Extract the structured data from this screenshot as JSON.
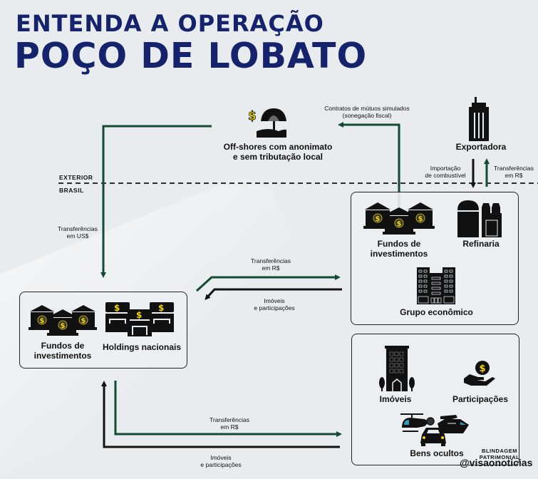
{
  "header": {
    "subtitle": "ENTENDA A OPERAÇÃO",
    "title": "POÇO DE LOBATO"
  },
  "colors": {
    "title": "#14236b",
    "green_arrow": "#134a32",
    "black_arrow": "#111111",
    "dollar": "#f5d400",
    "background": "#e9ecef"
  },
  "zones": {
    "exterior": "EXTERIOR",
    "brasil": "BRASIL"
  },
  "nodes": {
    "offshore": {
      "line1": "Off-shores com anonimato",
      "line2": "e sem tributação local",
      "icon": "beach-umbrella-dollar-icon"
    },
    "exportadora": {
      "label": "Exportadora",
      "icon": "skyscraper-icon"
    },
    "fundos_top": {
      "line1": "Fundos de",
      "line2": "investimentos",
      "icon": "bank-buildings-icon"
    },
    "refinaria": {
      "label": "Refinaria",
      "icon": "refinery-icon"
    },
    "grupo": {
      "label": "Grupo econômico",
      "icon": "office-building-icon"
    },
    "fundos_left": {
      "line1": "Fundos de",
      "line2": "investimentos",
      "icon": "bank-buildings-icon"
    },
    "holdings": {
      "label": "Holdings nacionais",
      "icon": "storefronts-dollar-icon"
    },
    "imoveis": {
      "label": "Imóveis",
      "icon": "apartment-building-icon"
    },
    "participacoes": {
      "label": "Participações",
      "icon": "hand-coin-icon"
    },
    "bens": {
      "label": "Bens ocultos",
      "icon": "vehicles-icon"
    }
  },
  "edges": {
    "contratos": {
      "line1": "Contratos de mútuos simulados",
      "line2": "(sonegação fiscal)"
    },
    "importacao": {
      "line1": "Importação",
      "line2": "de combustível"
    },
    "transf_export": {
      "line1": "Transferências",
      "line2": "em R$"
    },
    "transf_usd": {
      "line1": "Transferências",
      "line2": "em US$"
    },
    "transf_mid": {
      "line1": "Transferências",
      "line2": "em R$"
    },
    "imoveis_mid": {
      "line1": "Imóveis",
      "line2": "e participações"
    },
    "transf_bottom": {
      "line1": "Transferências",
      "line2": "em R$"
    },
    "imoveis_bottom": {
      "line1": "Imóveis",
      "line2": "e participações"
    }
  },
  "blindagem": {
    "line1": "BLINDAGEM",
    "line2": "PATRIMONIAL"
  },
  "watermark": "@visaonoticias"
}
